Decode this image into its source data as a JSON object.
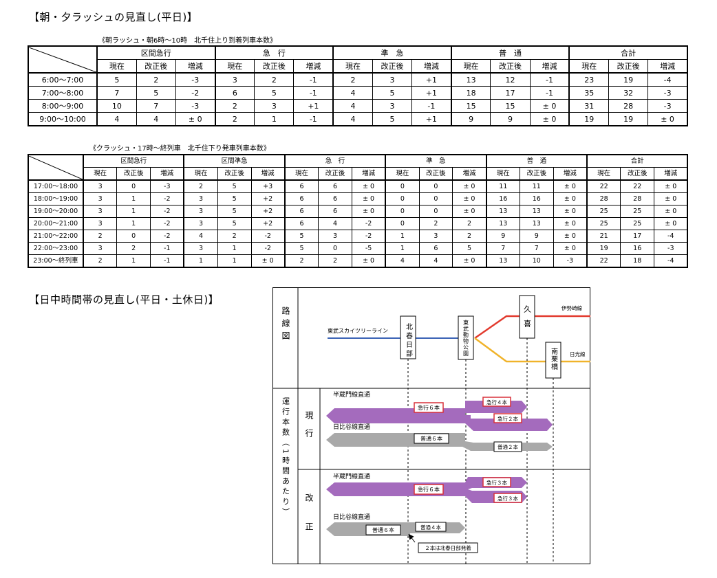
{
  "heading1": "【朝・夕ラッシュの見直し(平日)】",
  "caption1": "《朝ラッシュ・朝6時～10時　北千住上り到着列車本数》",
  "caption2": "《クラッシュ・17時～終列車　北千住下り発車列車本数》",
  "heading2": "【日中時間帯の見直し(平日・土休日)】",
  "table_morning": {
    "groups": [
      "区間急行",
      "急　行",
      "準　急",
      "普　通",
      "合計"
    ],
    "subheaders": [
      "現在",
      "改正後",
      "増減"
    ],
    "rows": [
      {
        "time": "6:00～7:00",
        "cells": [
          "5",
          "2",
          "-3",
          "3",
          "2",
          "-1",
          "2",
          "3",
          "+1",
          "13",
          "12",
          "-1",
          "23",
          "19",
          "-4"
        ]
      },
      {
        "time": "7:00～8:00",
        "cells": [
          "7",
          "5",
          "-2",
          "6",
          "5",
          "-1",
          "4",
          "5",
          "+1",
          "18",
          "17",
          "-1",
          "35",
          "32",
          "-3"
        ]
      },
      {
        "time": "8:00～9:00",
        "cells": [
          "10",
          "7",
          "-3",
          "2",
          "3",
          "+1",
          "4",
          "3",
          "-1",
          "15",
          "15",
          "± 0",
          "31",
          "28",
          "-3"
        ]
      },
      {
        "time": "9:00～10:00",
        "cells": [
          "4",
          "4",
          "± 0",
          "2",
          "1",
          "-1",
          "4",
          "5",
          "+1",
          "9",
          "9",
          "± 0",
          "19",
          "19",
          "± 0"
        ]
      }
    ]
  },
  "table_evening": {
    "groups": [
      "区間急行",
      "区間準急",
      "急　行",
      "準　急",
      "普　通",
      "合計"
    ],
    "subheaders": [
      "現在",
      "改正後",
      "増減"
    ],
    "rows": [
      {
        "time": "17:00～18:00",
        "cells": [
          "3",
          "0",
          "-3",
          "2",
          "5",
          "+3",
          "6",
          "6",
          "± 0",
          "0",
          "0",
          "± 0",
          "11",
          "11",
          "± 0",
          "22",
          "22",
          "± 0"
        ]
      },
      {
        "time": "18:00～19:00",
        "cells": [
          "3",
          "1",
          "-2",
          "3",
          "5",
          "+2",
          "6",
          "6",
          "± 0",
          "0",
          "0",
          "± 0",
          "16",
          "16",
          "± 0",
          "28",
          "28",
          "± 0"
        ]
      },
      {
        "time": "19:00～20:00",
        "cells": [
          "3",
          "1",
          "-2",
          "3",
          "5",
          "+2",
          "6",
          "6",
          "± 0",
          "0",
          "0",
          "± 0",
          "13",
          "13",
          "± 0",
          "25",
          "25",
          "± 0"
        ]
      },
      {
        "time": "20:00～21:00",
        "cells": [
          "3",
          "1",
          "-2",
          "3",
          "5",
          "+2",
          "6",
          "4",
          "-2",
          "0",
          "2",
          "2",
          "13",
          "13",
          "± 0",
          "25",
          "25",
          "± 0"
        ]
      },
      {
        "time": "21:00～22:00",
        "cells": [
          "2",
          "0",
          "-2",
          "4",
          "2",
          "-2",
          "5",
          "3",
          "-2",
          "1",
          "3",
          "2",
          "9",
          "9",
          "± 0",
          "21",
          "17",
          "-4"
        ]
      },
      {
        "time": "22:00～23:00",
        "cells": [
          "3",
          "2",
          "-1",
          "3",
          "1",
          "-2",
          "5",
          "0",
          "-5",
          "1",
          "6",
          "5",
          "7",
          "7",
          "± 0",
          "19",
          "16",
          "-3"
        ]
      },
      {
        "time": "23:00～終列車",
        "cells": [
          "2",
          "1",
          "-1",
          "1",
          "1",
          "± 0",
          "2",
          "2",
          "± 0",
          "4",
          "4",
          "± 0",
          "13",
          "10",
          "-3",
          "22",
          "18",
          "-4"
        ]
      }
    ]
  },
  "diagram": {
    "side_label_route": "路線図",
    "side_label_count": "運行本数（1時間あたり）",
    "label_current": "現行",
    "label_revised": "改正",
    "line_skytree": "東武スカイツリーライン",
    "line_isesaki": "伊勢崎線",
    "line_nikko": "日光線",
    "stations": {
      "kitakasukabe": "北春日部",
      "tobu_dobutsu_koen": "東武動物公園",
      "kuki": "久喜",
      "minami_kurihashi": "南栗橋"
    },
    "current": {
      "hanzomon": "半蔵門線直通",
      "hibiya": "日比谷線直通",
      "purple_main": "急行６本",
      "purple_kuki": "急行４本",
      "purple_minami": "急行２本",
      "gray_main": "普通６本",
      "gray_minami": "普通２本"
    },
    "revised": {
      "hanzomon": "半蔵門線直通",
      "hibiya": "日比谷線直通",
      "purple_main": "急行６本",
      "purple_kuki": "急行３本",
      "purple_minami": "急行３本",
      "gray_main": "普通６本",
      "gray_kita": "普通４本",
      "note": "２本は北春日部発着"
    },
    "colors": {
      "isesaki_red": "#e23a2e",
      "nikko_yellow": "#f0b32a",
      "skytree_blue": "#3a62b5",
      "express_purple": "#a46bbd",
      "local_gray": "#a9a9a9",
      "express_box_border": "#d8313a"
    }
  }
}
